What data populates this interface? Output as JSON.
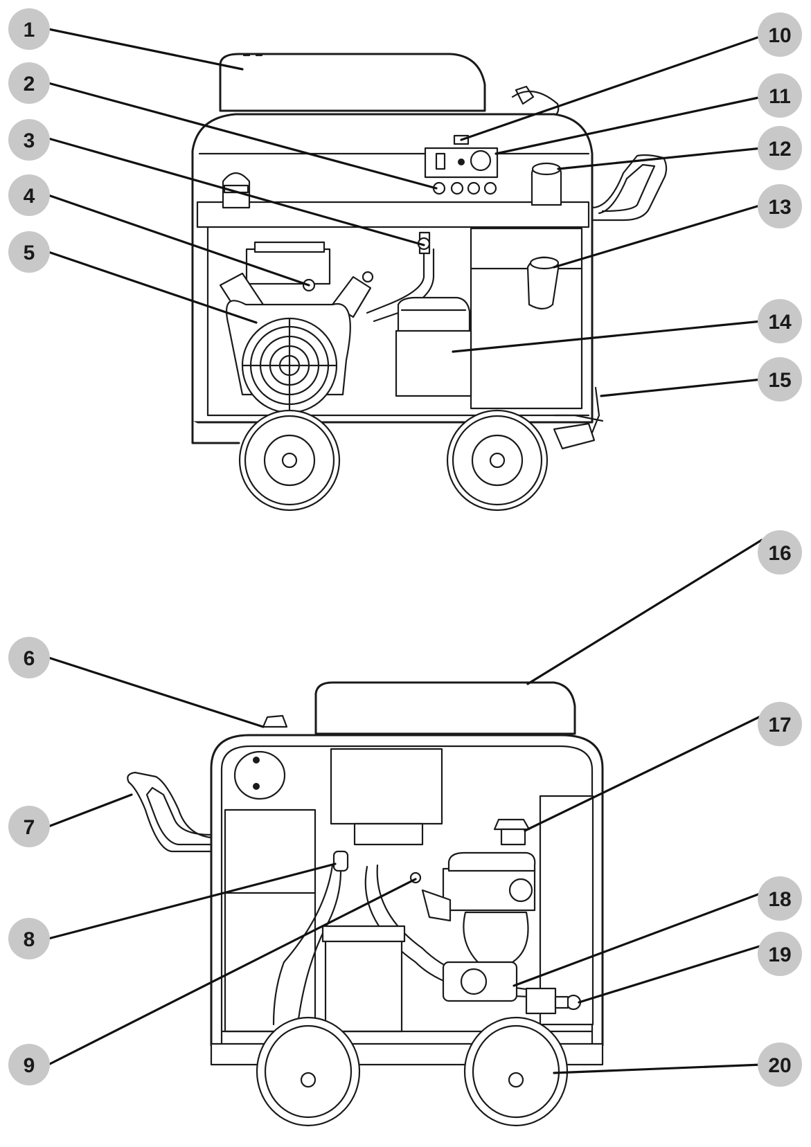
{
  "callouts": [
    {
      "label": "1"
    },
    {
      "label": "2"
    },
    {
      "label": "3"
    },
    {
      "label": "4"
    },
    {
      "label": "5"
    },
    {
      "label": "6"
    },
    {
      "label": "7"
    },
    {
      "label": "8"
    },
    {
      "label": "9"
    },
    {
      "label": "10"
    },
    {
      "label": "11"
    },
    {
      "label": "12"
    },
    {
      "label": "13"
    },
    {
      "label": "14"
    },
    {
      "label": "15"
    },
    {
      "label": "16"
    },
    {
      "label": "17"
    },
    {
      "label": "18"
    },
    {
      "label": "19"
    },
    {
      "label": "20"
    }
  ],
  "colors": {
    "callout_fill": "#c8c8c8",
    "callout_text": "#1a1a1a",
    "line": "#1a1a1a",
    "background": "#ffffff"
  }
}
